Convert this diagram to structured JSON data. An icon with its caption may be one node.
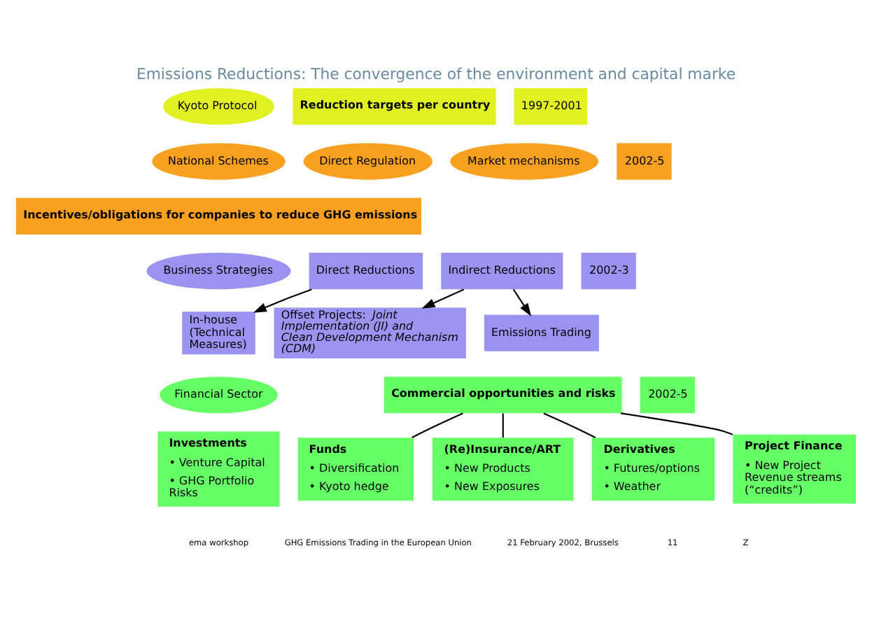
{
  "diagram": {
    "title": "Emissions Reductions: The convergence of the environment and capital marke",
    "nodes": [
      {
        "text": [
          "Kyoto Protocol"
        ]
      },
      {
        "text": [
          "Reduction targets per country"
        ]
      },
      {
        "text": [
          "1997-2001"
        ]
      },
      {
        "text": [
          "National Schemes"
        ]
      },
      {
        "text": [
          "Direct Regulation"
        ]
      },
      {
        "text": [
          "Market mechanisms"
        ]
      },
      {
        "text": [
          "2002-5"
        ]
      },
      {
        "text": [
          "Incentives/obligations for companies to reduce GHG emissions"
        ]
      },
      {
        "text": [
          "Business Strategies"
        ]
      },
      {
        "text": [
          "Direct Reductions"
        ]
      },
      {
        "text": [
          "Indirect Reductions"
        ]
      },
      {
        "text": [
          "2002-3"
        ]
      },
      {
        "text": [
          "In-house (Technical Measures)"
        ]
      },
      {
        "text": [
          "Offset Projects: *Joint Implementation (JI) and Clean Development Mechanism (CDM)*"
        ]
      },
      {
        "text": [
          "Emissions Trading"
        ]
      },
      {
        "text": [
          "Financial Sector"
        ]
      },
      {
        "text": [
          "Commercial opportunities and risks"
        ]
      },
      {
        "text": [
          "2002-5"
        ]
      },
      {
        "text": [
          "Investments",
          "• Venture Capital",
          "• GHG Portfolio Risks"
        ]
      },
      {
        "text": [
          "Funds",
          "• Diversification",
          "• Kyoto hedge"
        ]
      },
      {
        "text": [
          "(Re)Insurance/ART",
          "• New Products",
          "• New Exposures"
        ]
      },
      {
        "text": [
          "Derivatives",
          "• Futures/options",
          "• Weather"
        ]
      },
      {
        "text": [
          "Project Finance",
          "• New Project Revenue streams (“credits”)"
        ]
      }
    ],
    "edges": [
      {
        "from": 9,
        "to": 12,
        "arrow": "to"
      },
      {
        "from": 10,
        "to": 13,
        "arrow": "to"
      },
      {
        "from": 10,
        "to": 14,
        "arrow": "to"
      },
      {
        "from": 16,
        "to": 19,
        "arrow": "none"
      },
      {
        "from": 16,
        "to": 20,
        "arrow": "none"
      },
      {
        "from": 16,
        "to": 21,
        "arrow": "none"
      },
      {
        "from": 16,
        "to": 22,
        "arrow": "none"
      }
    ],
    "labels": [
      "ema workshop",
      "GHG Emissions Trading in the European Union",
      "21 February 2002, Brussels",
      "11",
      "Z"
    ]
  }
}
